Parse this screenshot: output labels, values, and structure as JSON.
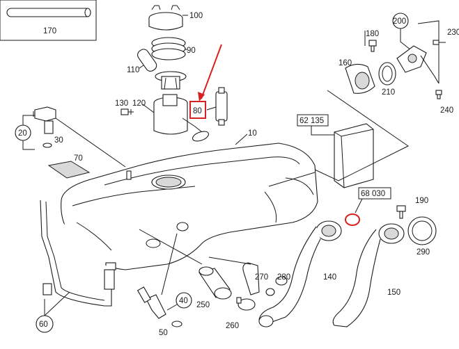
{
  "diagram": {
    "highlight_color": "#d92020",
    "line_color": "#1a1a1a",
    "labels": {
      "p10": "10",
      "p20": "20",
      "p30": "30",
      "p40": "40",
      "p50": "50",
      "p60": "60",
      "p62135": "62 135",
      "p68030": "68 030",
      "p70": "70",
      "p80": "80",
      "p90": "90",
      "p100": "100",
      "p110": "110",
      "p120": "120",
      "p130": "130",
      "p140": "140",
      "p150": "150",
      "p160": "160",
      "p170": "170",
      "p180": "180",
      "p190": "190",
      "p200": "200",
      "p210": "210",
      "p230": "230",
      "p240": "240",
      "p250": "250",
      "p260": "260",
      "p270": "270",
      "p280": "280",
      "p290": "290"
    }
  }
}
